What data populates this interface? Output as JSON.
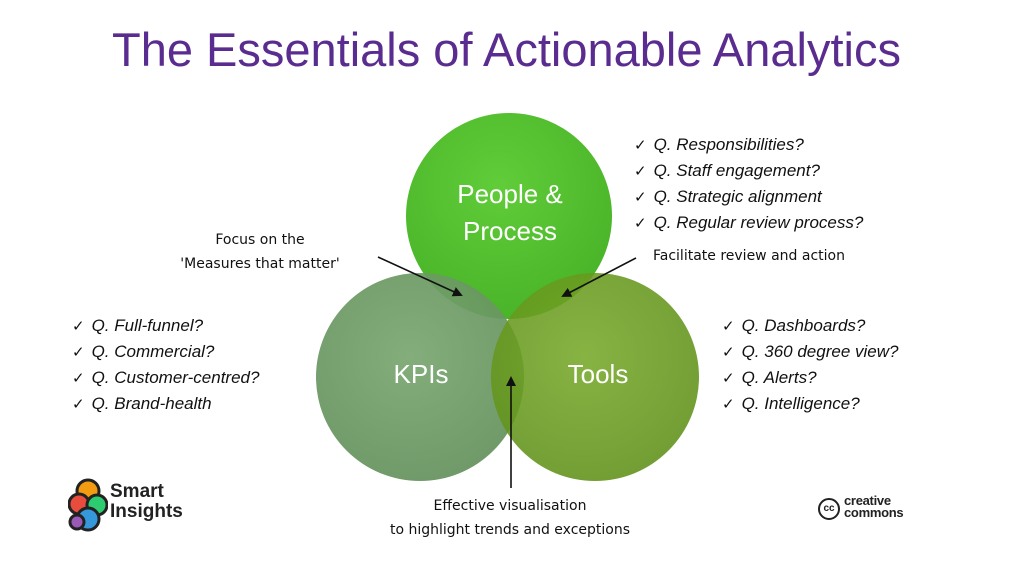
{
  "title": "The Essentials of Actionable Analytics",
  "circles": {
    "people_process": {
      "line1": "People &",
      "line2": "Process",
      "color": "#4fbf2b"
    },
    "kpis": {
      "label": "KPIs",
      "color": "#6f9f66"
    },
    "tools": {
      "label": "Tools",
      "color": "#6a9e1f"
    }
  },
  "checklists": {
    "people_process": [
      "Q. Responsibilities?",
      "Q. Staff engagement?",
      "Q. Strategic alignment",
      "Q.  Regular review process?"
    ],
    "kpis": [
      "Q. Full-funnel?",
      "Q. Commercial?",
      "Q. Customer-centred?",
      "Q. Brand-health"
    ],
    "tools": [
      "Q. Dashboards?",
      "Q. 360 degree view?",
      "Q. Alerts?",
      "Q. Intelligence?"
    ],
    "check_symbol": "✓"
  },
  "annotations": {
    "focus": {
      "line1": "Focus on the",
      "line2": "'Measures that matter'"
    },
    "facilitate": "Facilitate review and action",
    "visualisation": {
      "line1": "Effective visualisation",
      "line2": "to highlight trends and exceptions"
    }
  },
  "logos": {
    "smart_insights": {
      "line1": "Smart",
      "line2": "Insights"
    },
    "creative_commons": {
      "badge": "cc",
      "line1": "creative",
      "line2": "commons"
    }
  }
}
